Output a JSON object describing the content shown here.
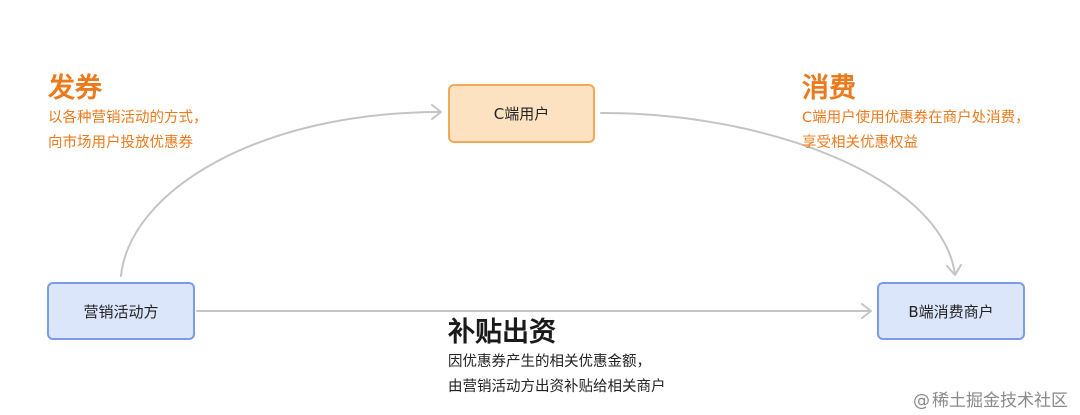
{
  "nodes": {
    "consumer": "C端用户",
    "marketer": "营销活动方",
    "merchant": "B端消费商户"
  },
  "annotations": {
    "issue": {
      "title": "发券",
      "lines": [
        "以各种营销活动的方式，",
        "向市场用户投放优惠券"
      ]
    },
    "consume": {
      "title": "消费",
      "lines": [
        "C端用户使用优惠券在商户处消费，",
        "享受相关优惠权益"
      ]
    },
    "subsidy": {
      "title": "补贴出资",
      "lines": [
        "因优惠券产生的相关优惠金额，",
        "由营销活动方出资补贴给相关商户"
      ]
    }
  },
  "watermark": "稀土掘金技术社区",
  "colors": {
    "accent": "#ec7a1c",
    "consumer_fill": "#fde2c2",
    "consumer_border": "#f1a955",
    "party_fill": "#dbe6fb",
    "party_border": "#7b9be6",
    "arrow": "#c4c4c4"
  }
}
